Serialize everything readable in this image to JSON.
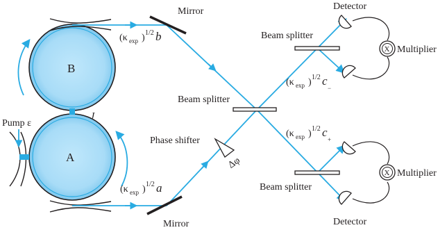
{
  "labels": {
    "mirror_top": "Mirror",
    "mirror_bottom": "Mirror",
    "detector_top": "Detector",
    "detector_bottom": "Detector",
    "beam_splitter_top": "Beam splitter",
    "beam_splitter_center": "Beam splitter",
    "beam_splitter_bottom": "Beam splitter",
    "multiplier_top": "Multiplier",
    "multiplier_bottom": "Multiplier",
    "multiplier_symbol": "X",
    "phase_shifter": "Phase shifter",
    "phase_symbol": "Δφ",
    "pump": "Pump ε",
    "resonator_b": "B",
    "resonator_a": "A",
    "coupling": "J"
  },
  "field_labels": {
    "kappa": "κ",
    "exp_subscript": "exp",
    "power": "1/2",
    "b": "b",
    "a": "a",
    "c_minus": "c",
    "c_minus_sub": "−",
    "c_plus": "c",
    "c_plus_sub": "+"
  },
  "colors": {
    "beam": "#29abe2",
    "resonator_fill": "#9fd7f5",
    "resonator_center": "#b8e4fb",
    "ink": "#231f20"
  }
}
